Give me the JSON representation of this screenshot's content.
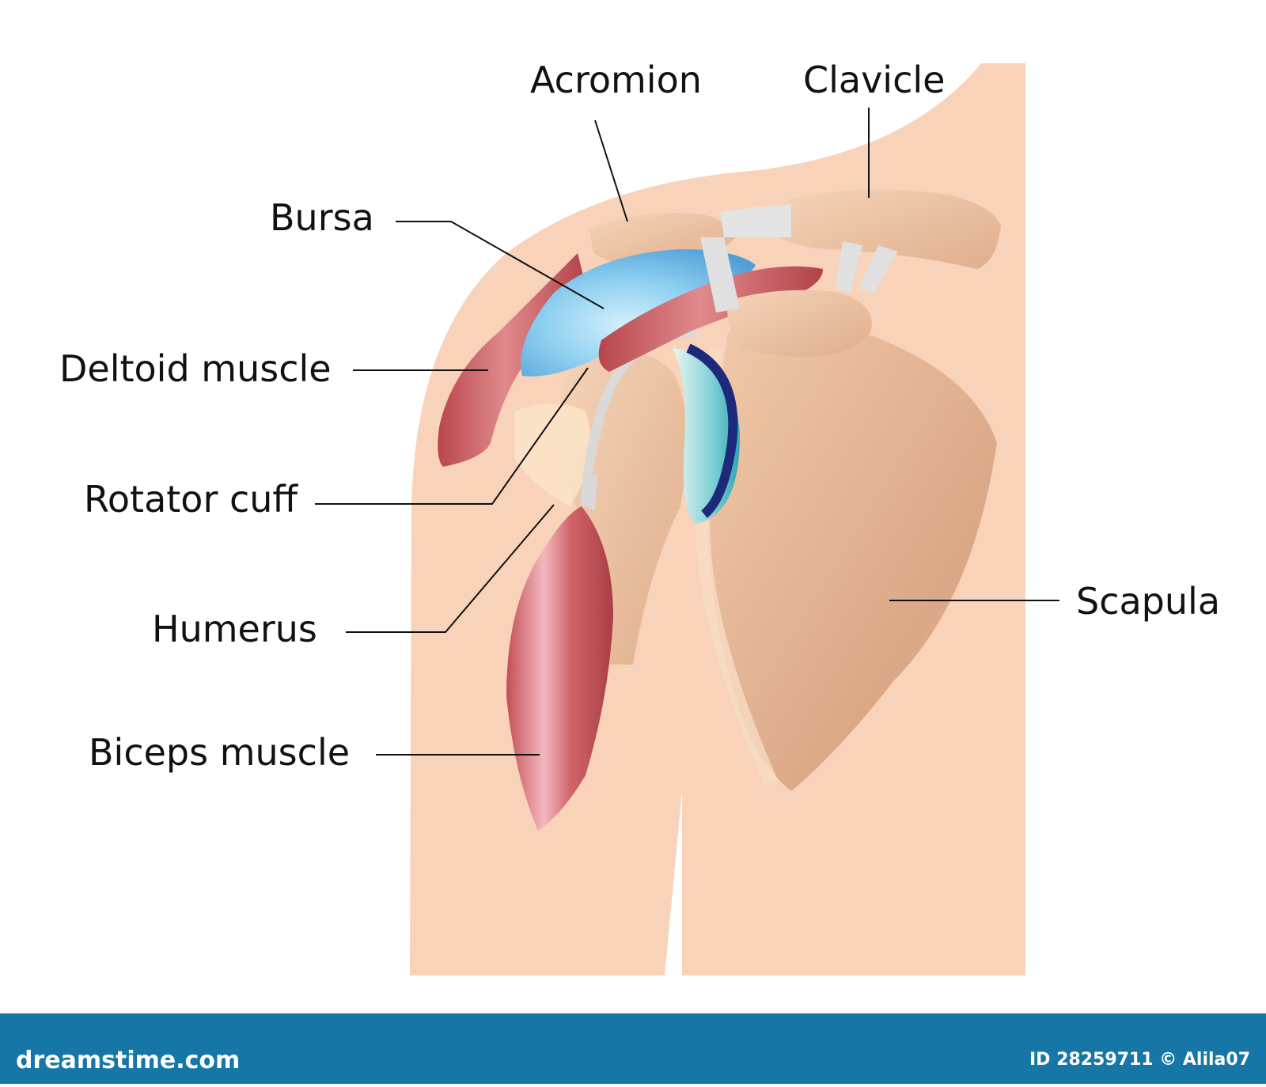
{
  "labels": {
    "acromion": "Acromion",
    "clavicle": "Clavicle",
    "bursa": "Bursa",
    "deltoid": "Deltoid muscle",
    "rotator_cuff": "Rotator cuff",
    "humerus": "Humerus",
    "biceps": "Biceps muscle",
    "scapula": "Scapula"
  },
  "footer": {
    "brand": "dreamstime.com",
    "credit": "ID 28259711 © Alila07"
  },
  "colors": {
    "skin": "#f8d2b9",
    "bone": "#eec5a6",
    "muscle": "#c9575c",
    "bursa": "#7fc4ea",
    "cartilage": "#8fd4d8",
    "footer": "#1676a6"
  }
}
